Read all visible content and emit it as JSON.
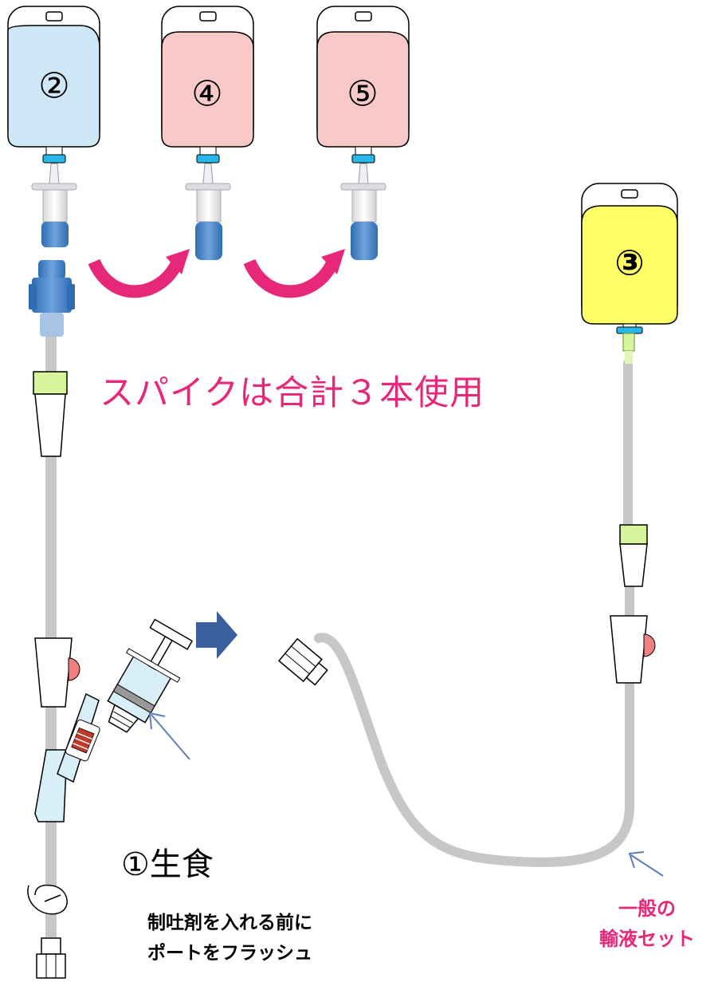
{
  "bags": [
    {
      "number": "②",
      "fill": "#cfe8f7"
    },
    {
      "number": "④",
      "fill": "#f9c9c9"
    },
    {
      "number": "⑤",
      "fill": "#f9c9c9"
    },
    {
      "number": "③",
      "fill": "#ffff66"
    }
  ],
  "labels": {
    "spike_note": "スパイクは合計３本使用",
    "saline": "①生食",
    "flush_line1": "制吐剤を入れる前に",
    "flush_line2": "ポートをフラッシュ",
    "general_set_line1": "一般の",
    "general_set_line2": "輸液セット"
  },
  "colors": {
    "accent_pink": "#e6277a",
    "port_blue": "#29b6e8",
    "spike_blue": "#3a7dc5",
    "tube_gray": "#c7c7c7",
    "clamp_green": "#d7f59a",
    "valve_red": "#f08080",
    "arrow_navy": "#3c5fa0"
  }
}
